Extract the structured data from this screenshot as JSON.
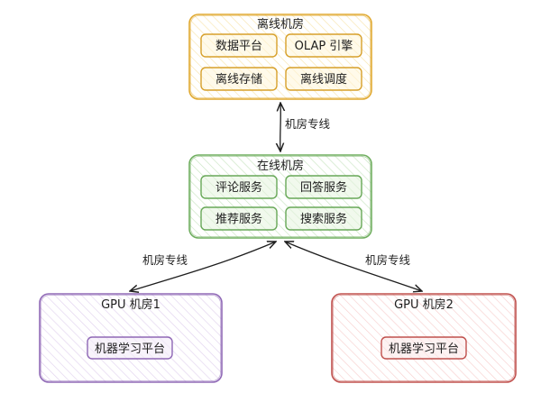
{
  "offline_room": {
    "title": "离线机房",
    "items": [
      "数据平台",
      "OLAP 引擎",
      "离线存储",
      "离线调度"
    ]
  },
  "online_room": {
    "title": "在线机房",
    "items": [
      "评论服务",
      "回答服务",
      "推荐服务",
      "搜索服务"
    ]
  },
  "gpu_room_1": {
    "title": "GPU 机房1",
    "item": "机器学习平台"
  },
  "gpu_room_2": {
    "title": "GPU 机房2",
    "item": "机器学习平台"
  },
  "links": {
    "offline_online": "机房专线",
    "online_gpu1": "机房专线",
    "online_gpu2": "机房专线"
  },
  "colors": {
    "offline_stroke": "#e0a82e",
    "offline_fill": "#fff1c4",
    "online_stroke": "#6fae5f",
    "online_fill": "#dcefd4",
    "gpu1_stroke": "#8f68b6",
    "gpu1_fill": "#eadcf3",
    "gpu2_stroke": "#c0504d",
    "gpu2_fill": "#f9dada",
    "line": "#1e1e1e"
  }
}
